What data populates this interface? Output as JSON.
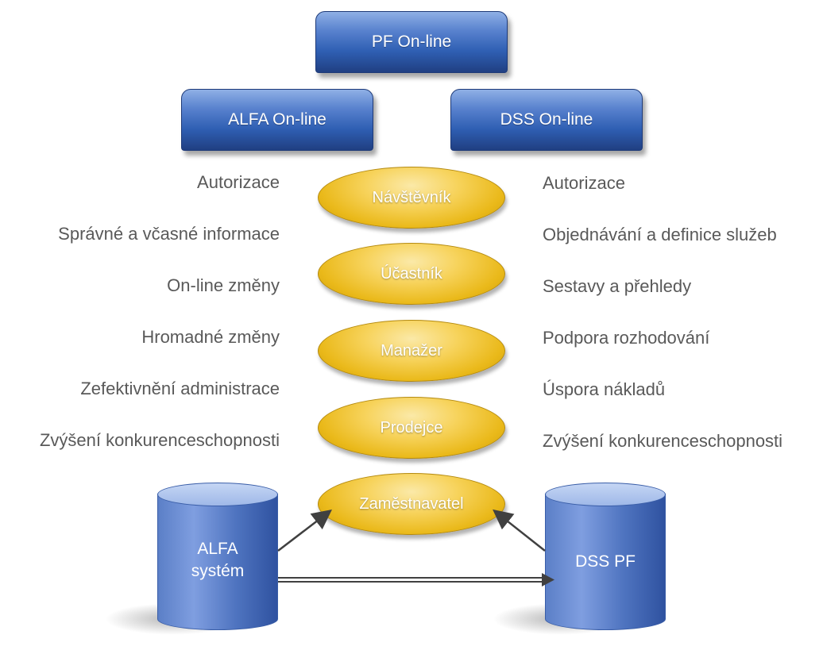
{
  "top_box": "PF On-line",
  "left_box": "ALFA On-line",
  "right_box": "DSS On-line",
  "roles": [
    "Návštěvník",
    "Účastník",
    "Manažer",
    "Prodejce",
    "Zaměstnavatel"
  ],
  "left_items": [
    "Autorizace",
    "Správné a včasné informace",
    "On-line změny",
    "Hromadné změny",
    "Zefektivnění administrace",
    "Zvýšení konkurenceschopnosti"
  ],
  "right_items": [
    "Autorizace",
    "Objednávání a definice služeb",
    "Sestavy a přehledy",
    "Podpora rozhodování",
    "Úspora nákladů",
    "Zvýšení konkurenceschopnosti"
  ],
  "left_system": {
    "line1": "ALFA",
    "line2": "systém"
  },
  "right_system": "DSS PF",
  "colors": {
    "box_blue": "#2f5fb3",
    "role_gold": "#eab91a",
    "text_gray": "#595959"
  }
}
